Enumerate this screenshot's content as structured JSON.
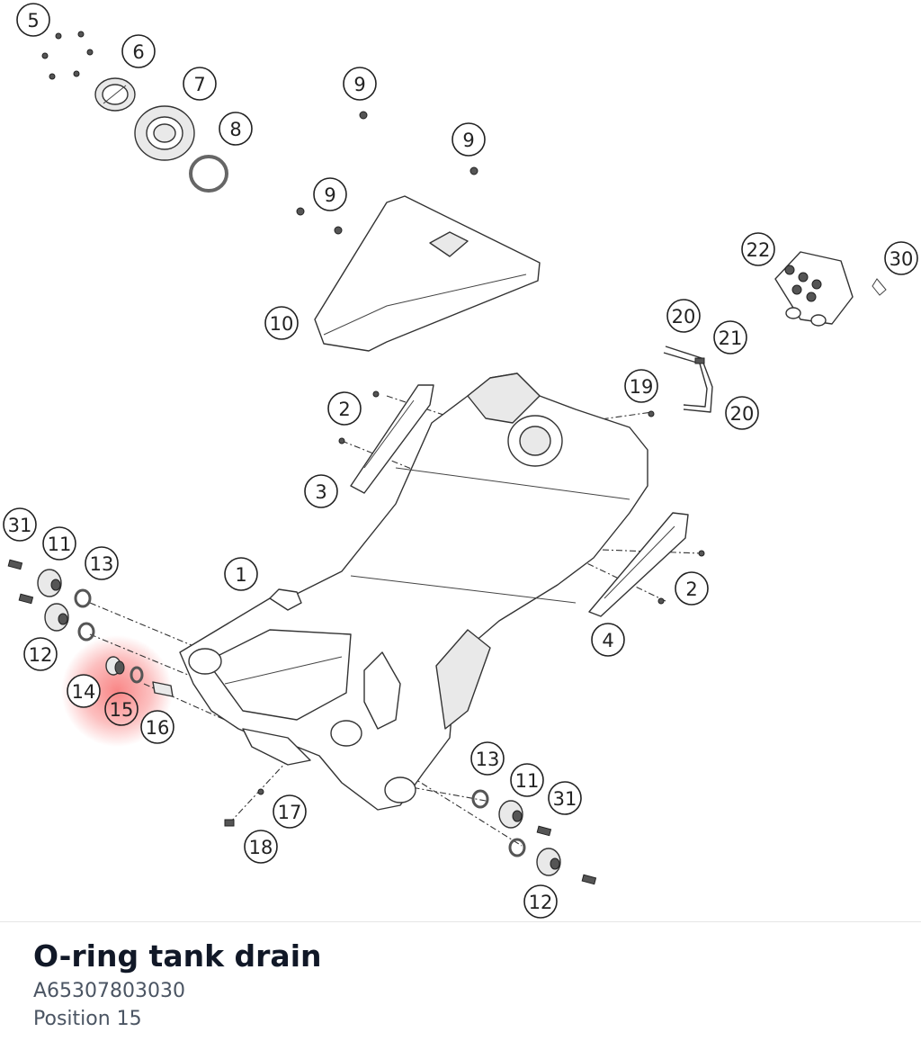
{
  "diagram": {
    "highlighted_position": "15",
    "highlight_color": "#f87171",
    "callouts": [
      "5",
      "6",
      "7",
      "8",
      "9",
      "9",
      "9",
      "10",
      "22",
      "30",
      "20",
      "21",
      "20",
      "19",
      "2",
      "3",
      "31",
      "11",
      "13",
      "1",
      "12",
      "14",
      "15",
      "16",
      "2",
      "4",
      "13",
      "11",
      "31",
      "17",
      "18",
      "12"
    ]
  },
  "part": {
    "name": "O-ring tank drain",
    "number": "A65307803030",
    "position": "Position 15"
  }
}
